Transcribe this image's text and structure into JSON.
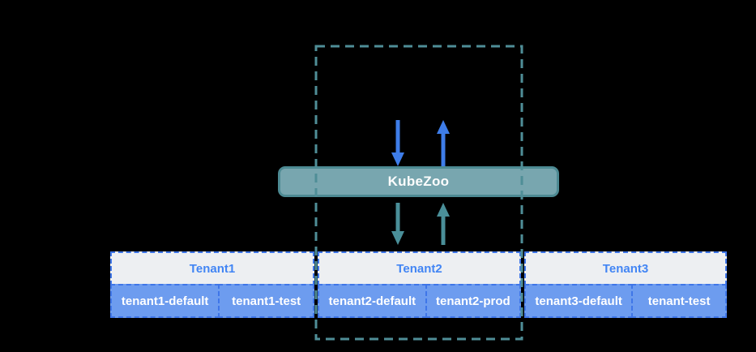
{
  "page": {
    "background_color": "#000000"
  },
  "kubezoo": {
    "label": "KubeZoo",
    "fill_color": "#78a6af",
    "border_color": "#4d8a93",
    "text_color": "#fdfdfd"
  },
  "cluster_boundary": {
    "style": "dashed-rectangle",
    "color": "#4f8e97"
  },
  "arrows": {
    "client_request_down": {
      "direction": "down",
      "color": "#3e7de9"
    },
    "client_response_up": {
      "direction": "up",
      "color": "#3e7de9"
    },
    "upstream_request_down": {
      "direction": "down",
      "color": "#4a8f99"
    },
    "upstream_response_up": {
      "direction": "up",
      "color": "#4a8f99"
    }
  },
  "tenants": {
    "border_color": "#3f76e8",
    "header_bg_color": "#edeff2",
    "header_text_color": "#4285f4",
    "namespace_bg_color": "#6d9cef",
    "namespace_text_color": "#ffffff",
    "groups": [
      {
        "name": "Tenant1",
        "namespaces": [
          "tenant1-default",
          "tenant1-test"
        ]
      },
      {
        "name": "Tenant2",
        "namespaces": [
          "tenant2-default",
          "tenant2-prod"
        ]
      },
      {
        "name": "Tenant3",
        "namespaces": [
          "tenant3-default",
          "tenant-test"
        ]
      }
    ]
  }
}
